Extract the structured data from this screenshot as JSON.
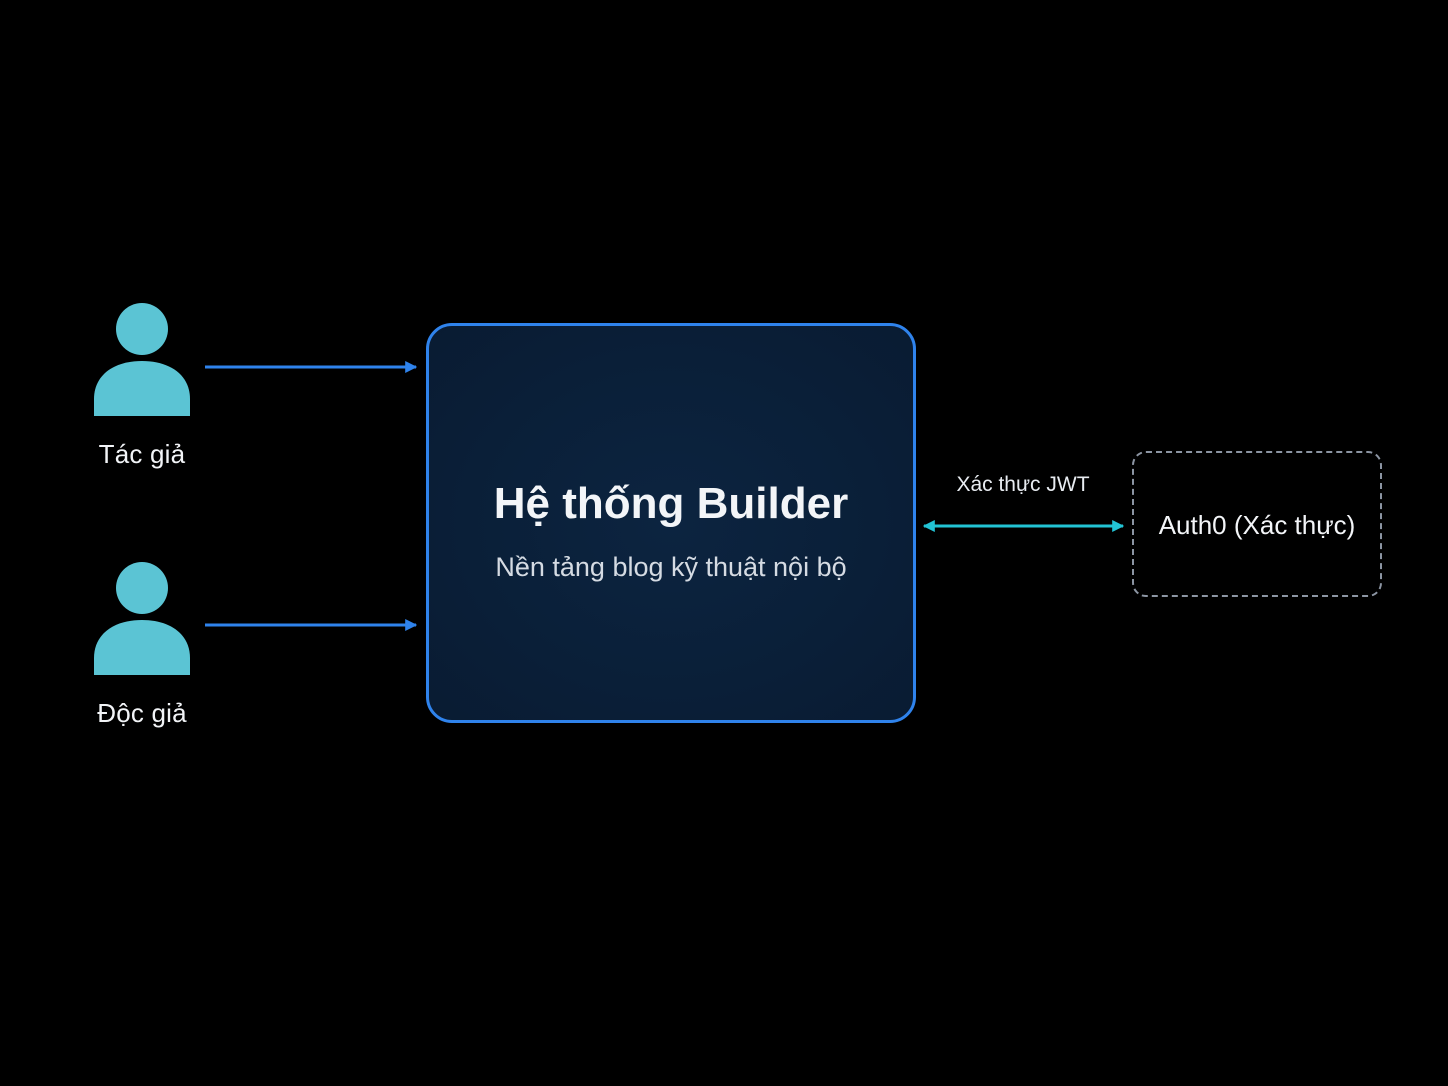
{
  "actors": [
    {
      "label": "Tác giả",
      "icon": "user-icon"
    },
    {
      "label": "Độc giả",
      "icon": "user-icon"
    }
  ],
  "system": {
    "title": "Hệ thống Builder",
    "subtitle": "Nền tảng blog kỹ thuật nội bộ"
  },
  "external": {
    "label": "Auth0 (Xác thực)",
    "link_label": "Xác thực JWT"
  },
  "colors": {
    "background": "#000000",
    "actor_icon": "#5bc4d4",
    "actor_arrow": "#2f83ec",
    "system_border": "#2f83ec",
    "system_fill": "#0a1f38",
    "auth_arrow": "#22c3d4",
    "auth_border": "#8c95a3"
  }
}
